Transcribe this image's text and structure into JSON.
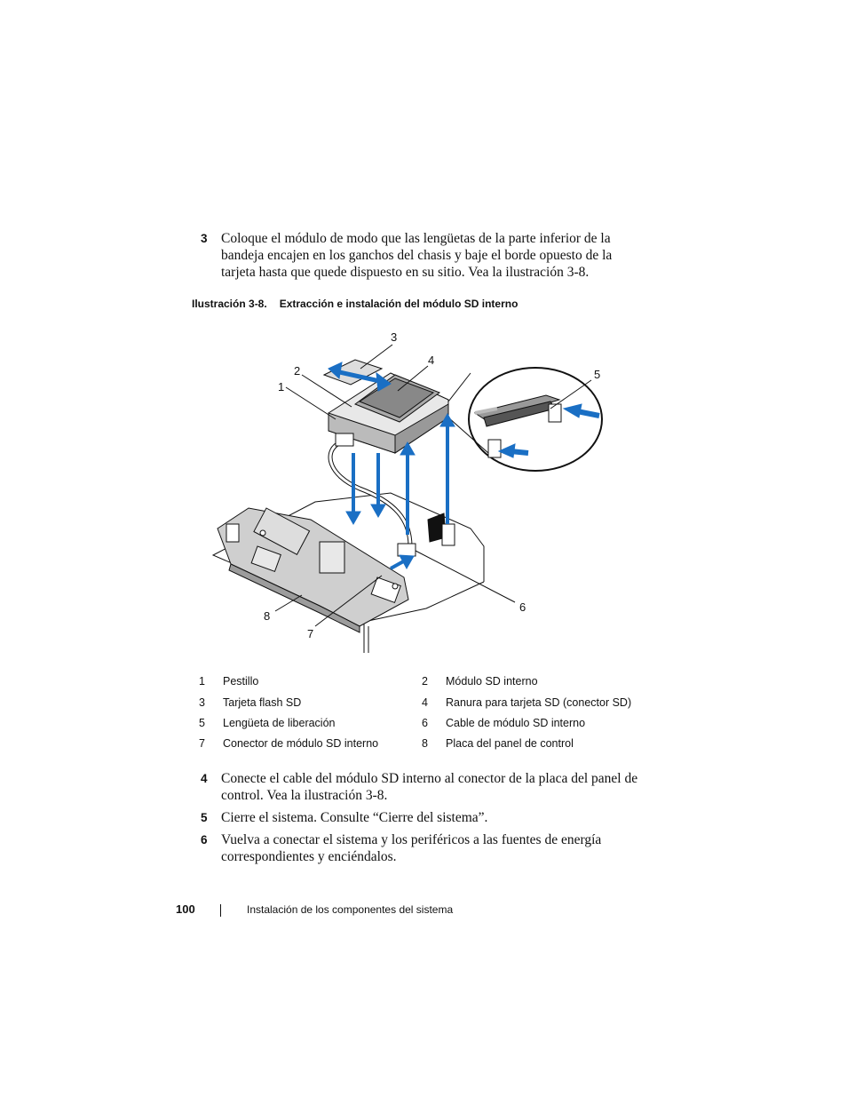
{
  "steps": [
    {
      "num": "3",
      "text": "Coloque el módulo de modo que las lengüetas de la parte inferior de la bandeja encajen en los ganchos del chasis y baje el borde opuesto de la tarjeta hasta que quede dispuesto en su sitio. Vea la ilustración 3-8."
    },
    {
      "num": "4",
      "text": "Conecte el cable del módulo SD interno al conector de la placa del panel de control. Vea la ilustración 3-8."
    },
    {
      "num": "5",
      "text": "Cierre el sistema. Consulte “Cierre del sistema”."
    },
    {
      "num": "6",
      "text": "Vuelva a conectar el sistema y los periféricos a las fuentes de energía correspondientes y enciéndalos."
    }
  ],
  "figure": {
    "label": "Ilustración 3-8.",
    "title": "Extracción e instalación del módulo SD interno",
    "callouts": [
      "1",
      "2",
      "3",
      "4",
      "5",
      "6",
      "7",
      "8"
    ]
  },
  "legend": [
    {
      "num": "1",
      "text": "Pestillo"
    },
    {
      "num": "2",
      "text": "Módulo SD interno"
    },
    {
      "num": "3",
      "text": "Tarjeta flash SD"
    },
    {
      "num": "4",
      "text": "Ranura para tarjeta SD (conector SD)"
    },
    {
      "num": "5",
      "text": "Lengüeta de liberación"
    },
    {
      "num": "6",
      "text": "Cable de módulo SD interno"
    },
    {
      "num": "7",
      "text": "Conector de módulo SD interno"
    },
    {
      "num": "8",
      "text": "Placa del panel de control"
    }
  ],
  "footer": {
    "page_number": "100",
    "section": "Instalación de los componentes del sistema"
  },
  "colors": {
    "arrow": "#1a6fc4",
    "line": "#111111",
    "board": "#cfcfcf",
    "board_dark": "#9c9c9c"
  }
}
